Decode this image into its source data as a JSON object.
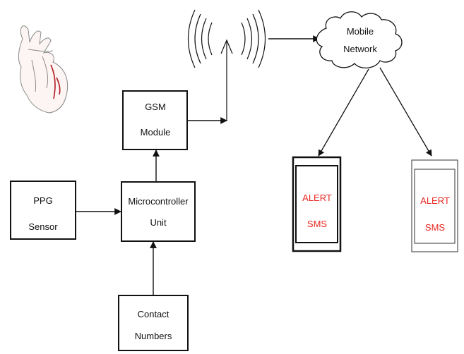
{
  "blocks": {
    "ppg_sensor": {
      "line1": "PPG",
      "line2": "Sensor"
    },
    "microcontroller": {
      "line1": "Microcontroller",
      "line2": "Unit"
    },
    "gsm_module": {
      "line1": "GSM",
      "line2": "Module"
    },
    "contact_numbers": {
      "line1": "Contact",
      "line2": "Numbers"
    },
    "mobile_network": {
      "line1": "Mobile",
      "line2": "Network"
    }
  },
  "phones": [
    {
      "line1": "ALERT",
      "line2": "SMS"
    },
    {
      "line1": "ALERT",
      "line2": "SMS"
    }
  ],
  "colors": {
    "alert_text": "#e8261e",
    "line": "#111111",
    "heart_vessel": "#b0191e"
  },
  "icons": {
    "heart": "heart-illustration-icon",
    "antenna": "antenna-icon",
    "cloud": "cloud-icon"
  }
}
